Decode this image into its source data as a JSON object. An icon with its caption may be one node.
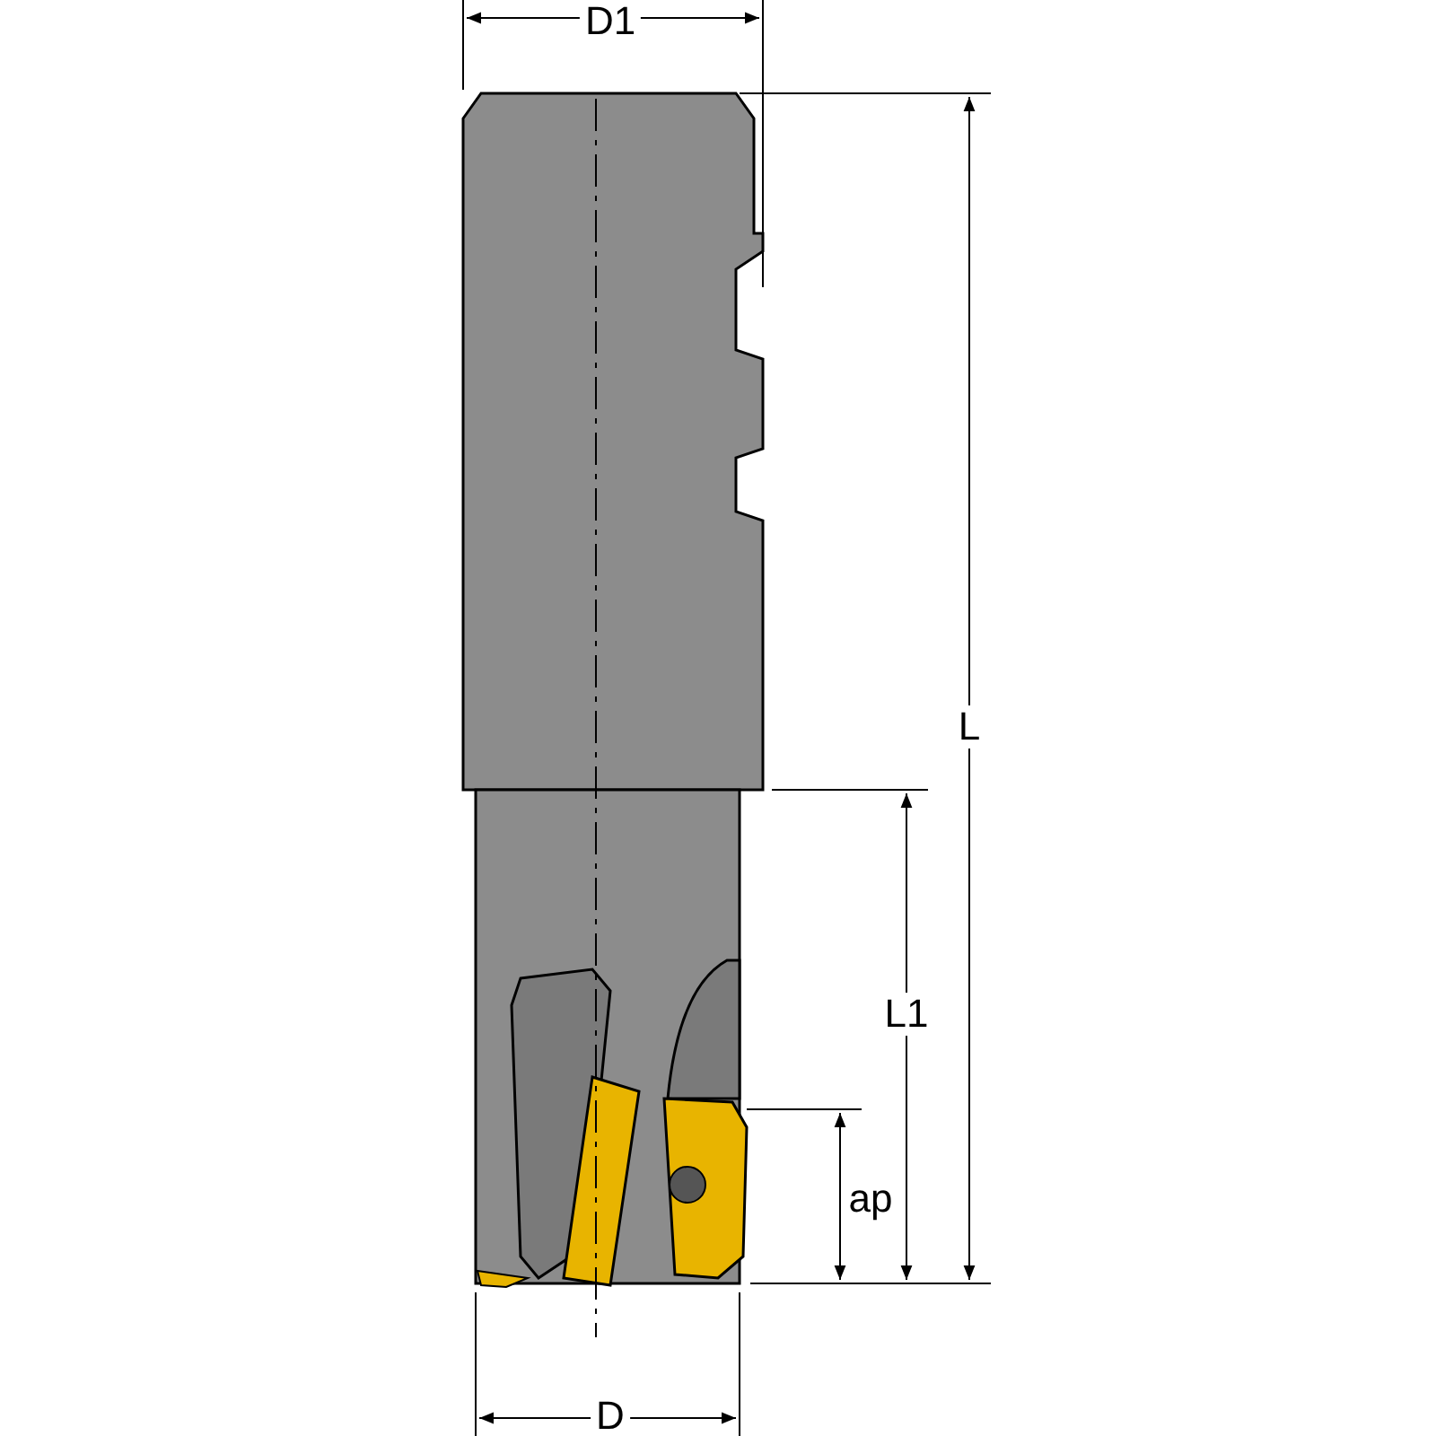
{
  "diagram": {
    "labels": [
      "D1",
      "L",
      "L1",
      "ap",
      "D"
    ]
  }
}
